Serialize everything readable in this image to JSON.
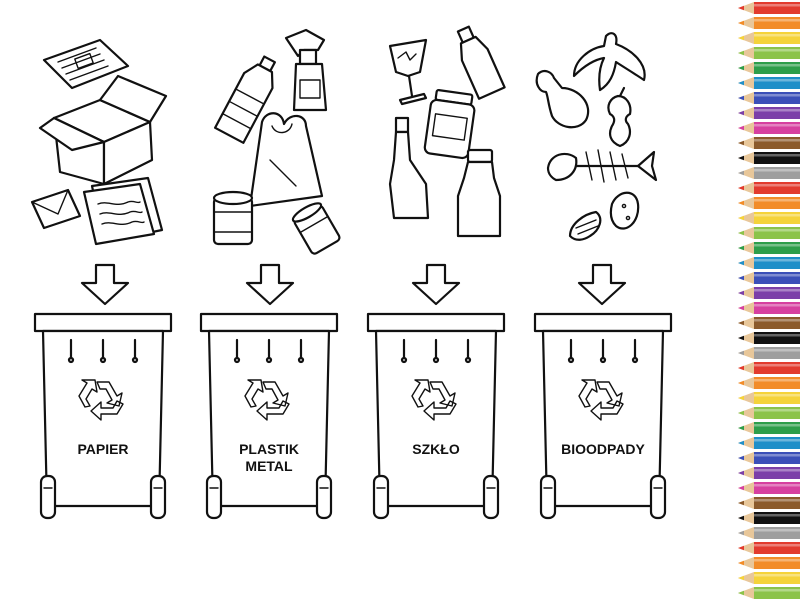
{
  "bins": [
    {
      "label_line1": "PAPIER",
      "label_line2": ""
    },
    {
      "label_line1": "PLASTIK",
      "label_line2": "METAL"
    },
    {
      "label_line1": "SZKŁO",
      "label_line2": ""
    },
    {
      "label_line1": "BIOODPADY",
      "label_line2": ""
    }
  ],
  "icons": {
    "recycle": "recycle-icon",
    "arrow": "arrow-down-icon"
  },
  "colors": {
    "ink": "#111111",
    "background": "#ffffff",
    "pencils": [
      "#e23b2e",
      "#f28c28",
      "#f5d33a",
      "#8bc34a",
      "#2e9e4a",
      "#1f8fc8",
      "#3b4fb8",
      "#7b3fa8",
      "#d6409f",
      "#8b5a2b",
      "#111111",
      "#9e9e9e"
    ]
  }
}
